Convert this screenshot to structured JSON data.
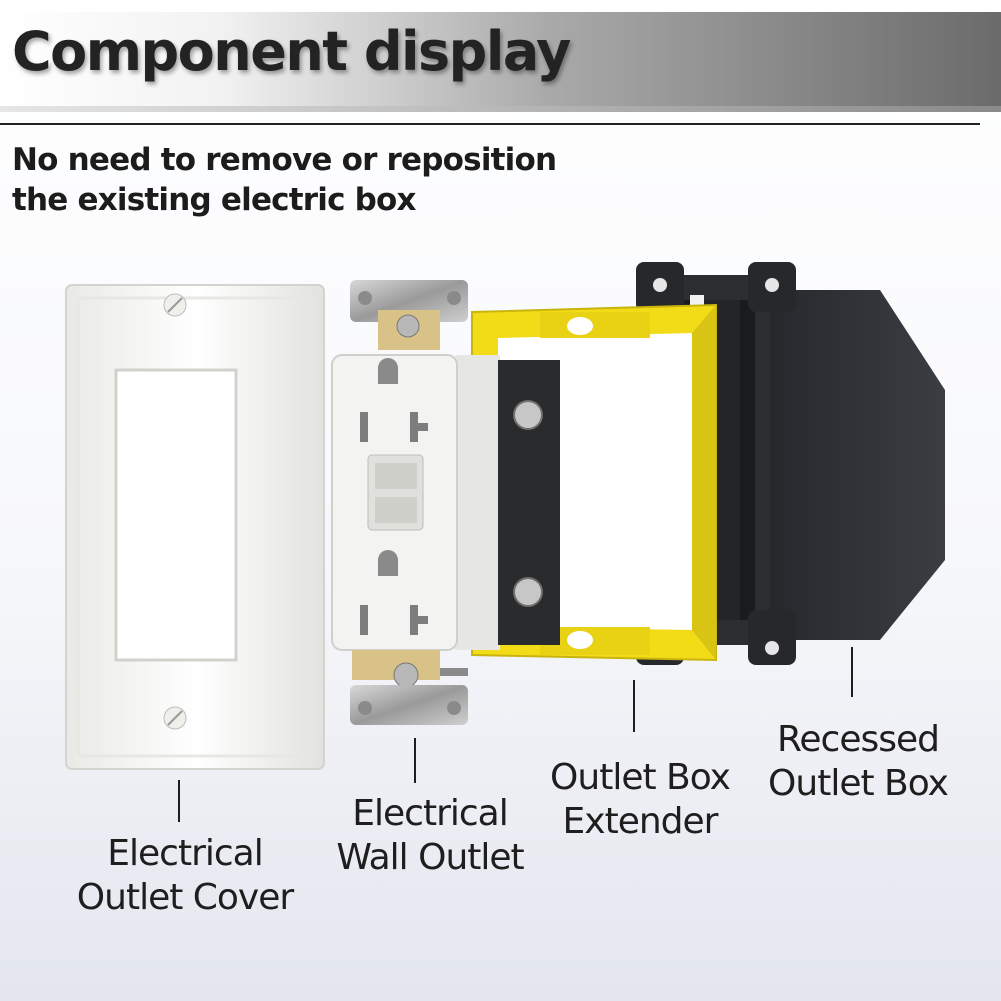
{
  "header": {
    "title": "Component display",
    "subtitle_line1": "No need to remove or reposition",
    "subtitle_line2": "the existing electric box"
  },
  "components": [
    {
      "line1": "Electrical",
      "line2": "Outlet Cover",
      "icon": "outlet-cover-plate"
    },
    {
      "line1": "Electrical",
      "line2": "Wall Outlet",
      "icon": "gfci-outlet"
    },
    {
      "line1": "Outlet Box",
      "line2": "Extender",
      "icon": "yellow-box-extender"
    },
    {
      "line1": "Recessed",
      "line2": "Outlet Box",
      "icon": "black-recessed-box"
    }
  ],
  "colors": {
    "extender": "#f2dc18",
    "recessed_box": "#2b2d31",
    "cover": "#f7f7f5",
    "title_text": "#232323"
  }
}
